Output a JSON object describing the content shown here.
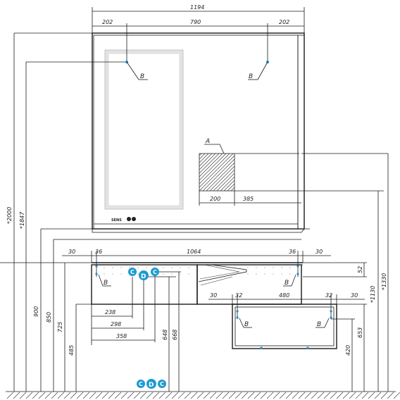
{
  "dimensions": {
    "overall_width": "1194",
    "top_left": "202",
    "top_mid": "790",
    "top_right": "202",
    "height_2000": "*2000",
    "height_1847": "*1847",
    "height_900": "900",
    "height_850": "850",
    "height_725": "725",
    "height_485": "485",
    "cab_left_30": "30",
    "cab_left_36": "36",
    "cab_width": "1064",
    "cab_right_36": "36",
    "cab_right_30": "30",
    "panel_200": "200",
    "panel_385": "385",
    "right_52": "52",
    "right_1130": "*1130",
    "right_1330": "*1330",
    "drawer_30_left": "30",
    "drawer_32_left": "32",
    "drawer_480": "480",
    "drawer_32_right": "32",
    "drawer_30_right": "30",
    "d238": "238",
    "d298": "298",
    "d358": "358",
    "d648": "648",
    "d668": "668",
    "d653": "653",
    "d420": "420"
  },
  "labels": {
    "a": "A",
    "b": "B",
    "c": "C",
    "d": "D"
  },
  "sensor_text": "SENS"
}
